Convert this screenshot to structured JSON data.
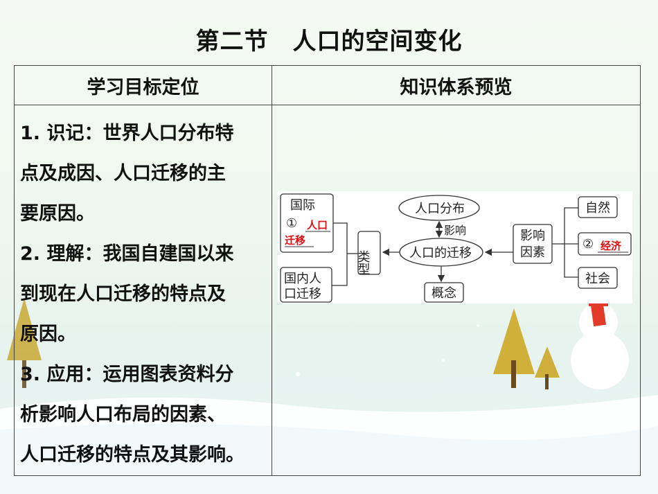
{
  "title": "第二节　人口的空间变化",
  "table": {
    "header_left": "学习目标定位",
    "header_right": "知识体系预览",
    "objectives": [
      {
        "lines": [
          "1. 识记：世界人口分布特",
          "点及成因、人口迁移的主",
          "要原因。"
        ]
      },
      {
        "lines": [
          "2. 理解：我国自建国以来",
          "到现在人口迁移的特点及",
          "原因。"
        ]
      },
      {
        "lines": [
          "3. 应用：运用图表资料分",
          "析影响人口布局的因素、",
          "人口迁移的特点及其影响。"
        ]
      }
    ]
  },
  "diagram": {
    "center": "人口的迁移",
    "top": "人口分布",
    "influence": "影响",
    "bottom": "概念",
    "types": "类型",
    "international_label": "国际",
    "international_marker": "①",
    "international_answer_1": "人口",
    "international_answer_2": "迁移",
    "domestic_1": "国内人",
    "domestic_2": "口迁移",
    "factors_1": "影响",
    "factors_2": "因素",
    "natural": "自然",
    "economic_marker": "②",
    "economic_answer": "经济",
    "social": "社会",
    "answer_color": "#e01010"
  }
}
